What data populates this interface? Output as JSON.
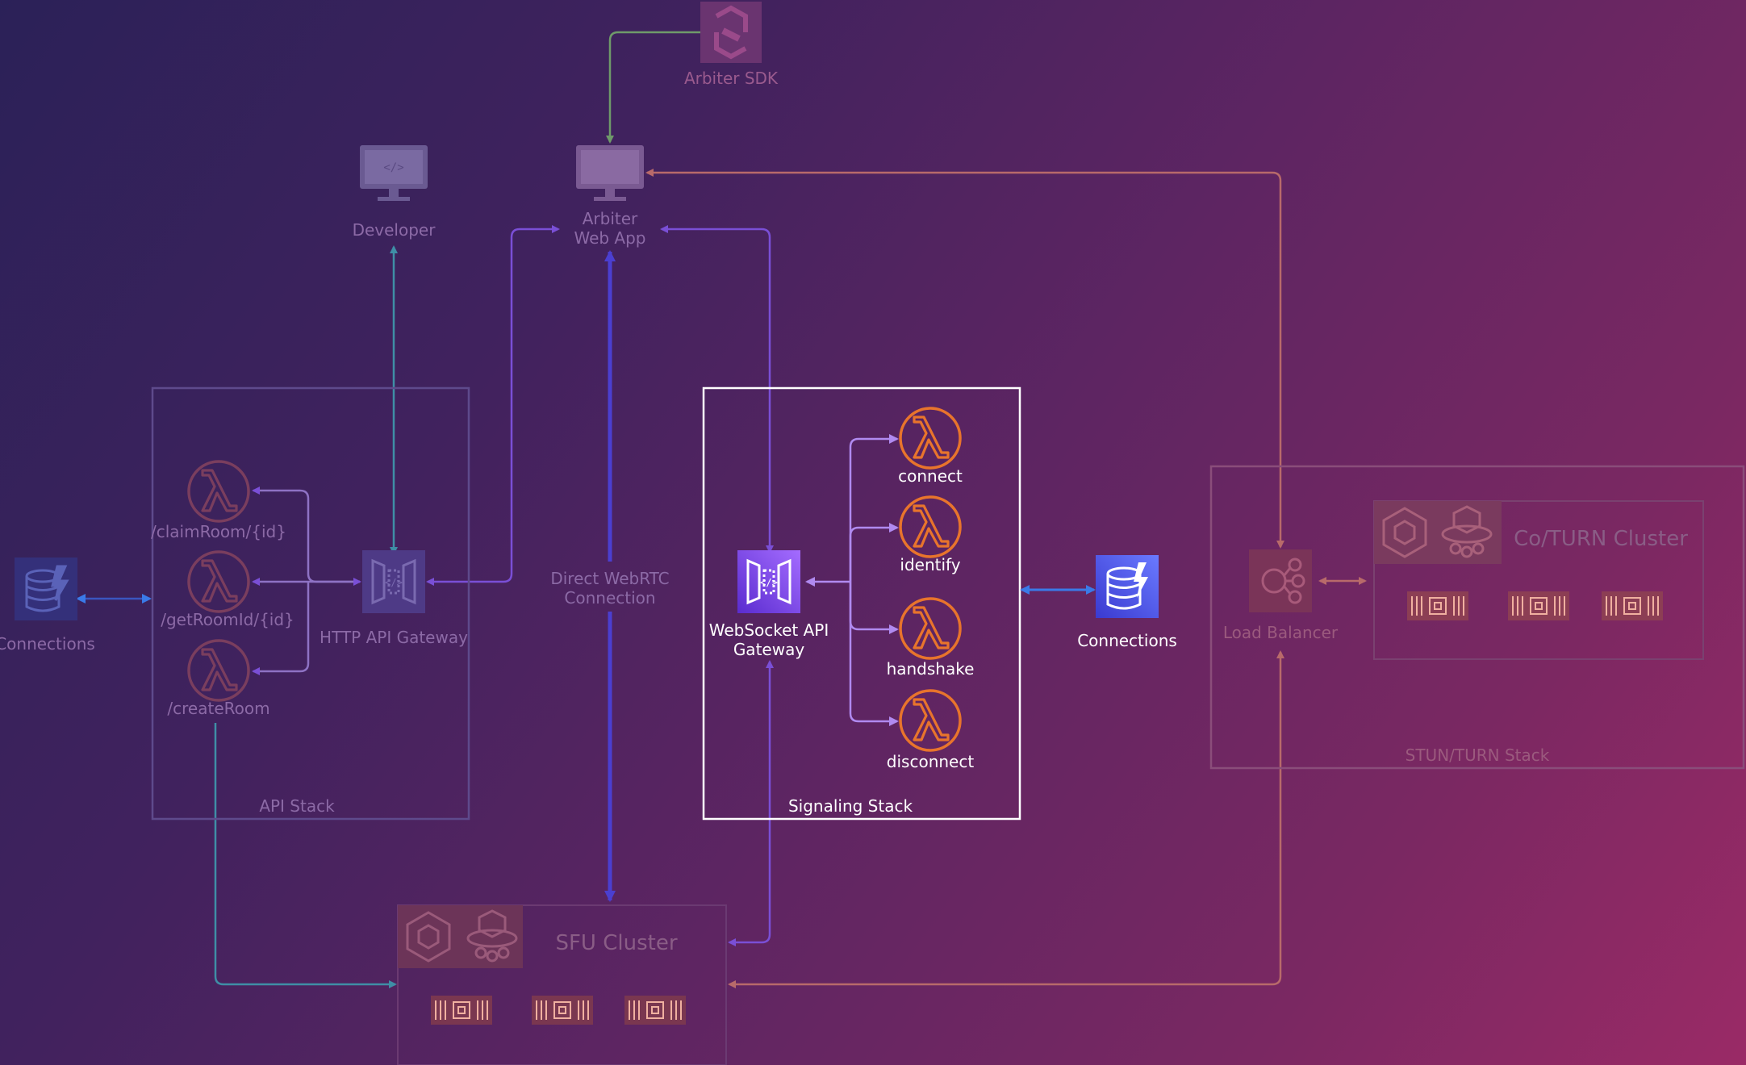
{
  "nodes": {
    "arbiter_sdk": "Arbiter SDK",
    "developer": "Developer",
    "arbiter_web_app": [
      "Arbiter",
      "Web App"
    ],
    "direct_webrtc": [
      "Direct WebRTC",
      "Connection"
    ],
    "api_connections": "Connections",
    "claim_room": "/claimRoom/{id}",
    "get_room_id": "/getRoomId/{id}",
    "create_room": "/createRoom",
    "http_api_gateway": "HTTP API Gateway",
    "ws_api_gateway": [
      "WebSocket API",
      "Gateway"
    ],
    "lambda_connect": "connect",
    "lambda_identify": "identify",
    "lambda_handshake": "handshake",
    "lambda_disconnect": "disconnect",
    "signaling_connections": "Connections",
    "load_balancer": "Load Balancer",
    "coturn_cluster": "Co/TURN Cluster",
    "sfu_cluster": "SFU Cluster"
  },
  "groups": {
    "api_stack": "API Stack",
    "signaling_stack": "Signaling Stack",
    "stun_turn_stack": "STUN/TURN Stack"
  },
  "colors": {
    "orange": "#e8742c",
    "purple": "#8a4fff",
    "blue": "#4a5fe0",
    "teal": "#3a8aa0",
    "white": "#ffffff"
  },
  "icons": [
    "lambda-icon",
    "api-gateway-icon",
    "dynamodb-icon",
    "monitor-icon",
    "sdk-icon",
    "load-balancer-icon",
    "ecs-icon",
    "fargate-icon",
    "chip-icon"
  ]
}
